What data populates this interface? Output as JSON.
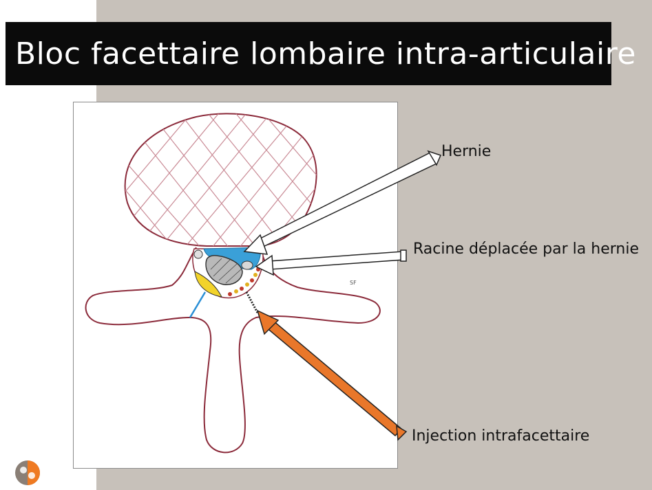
{
  "title": "Bloc facettaire lombaire intra-articulaire",
  "labels": {
    "hernie": "Hernie",
    "racine": "Racine déplacée par la hernie",
    "injection": "Injection intrafacettaire"
  },
  "sketch_signature": "SF",
  "colors": {
    "background_right": "#c7c1ba",
    "title_bar": "#0b0b0b",
    "title_text": "#ffffff",
    "bone_outline": "#8b2a3a",
    "disc_grid": "#c98a95",
    "hernia_blue": "#3aa0d8",
    "yellow_ligament": "#f2d32a",
    "needle_line": "#2a8fd6",
    "injection_arrow": "#e9772a",
    "root_gray": "#b9b9b9"
  },
  "logo_icon": "logo-icon"
}
